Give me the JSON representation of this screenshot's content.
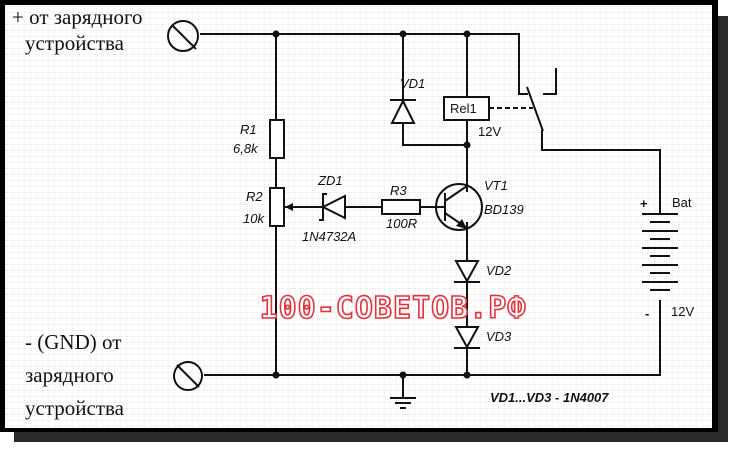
{
  "labels": {
    "plus_line1": "+ от зарядного",
    "plus_line2": "устройства",
    "minus_line1": "- (GND) от",
    "minus_line2": "зарядного",
    "minus_line3": "устройства"
  },
  "components": {
    "r1": {
      "name": "R1",
      "value": "6,8k"
    },
    "r2": {
      "name": "R2",
      "value": "10k"
    },
    "zd1": {
      "name": "ZD1",
      "value": "1N4732A"
    },
    "r3": {
      "name": "R3",
      "value": "100R"
    },
    "vt1": {
      "name": "VT1",
      "value": "BD139"
    },
    "vd1": {
      "name": "VD1"
    },
    "rel1": {
      "name": "Rel1",
      "value": "12V"
    },
    "vd2": {
      "name": "VD2"
    },
    "vd3": {
      "name": "VD3"
    },
    "bat": {
      "name": "Bat",
      "value": "12V",
      "plus": "+",
      "minus": "-"
    }
  },
  "note": "VD1...VD3 - 1N4007",
  "watermark": "100-СОВЕТОВ.РФ"
}
